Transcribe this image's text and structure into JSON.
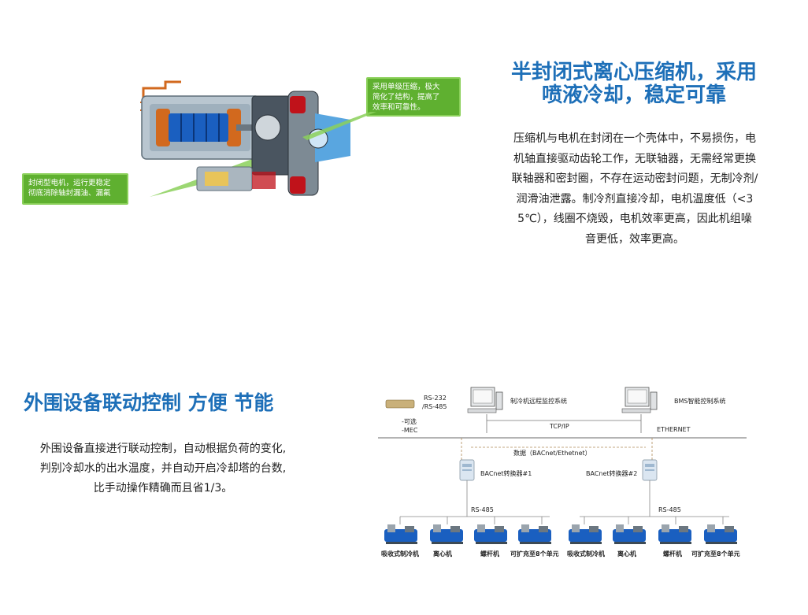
{
  "section1": {
    "title_line1": "半封闭式离心压缩机，采用",
    "title_line2": "喷液冷却，稳定可靠",
    "paragraph_lines": [
      "压缩机与电机在封闭在一个壳体中，不易损伤，电",
      "机轴直接驱动齿轮工作，无联轴器，无需经常更换",
      "联轴器和密封圈，不存在运动密封问题，无制冷剂/",
      "润滑油泄露。制冷剂直接冷却，电机温度低（<3",
      "5℃），线圈不烧毁，电机效率更高，因此机组噪",
      "音更低，效率更高。"
    ],
    "callout_top_lines": [
      "采用单级压缩，极大",
      "简化了结构，提高了",
      "效率和可靠性。"
    ],
    "callout_left_lines": [
      "封闭型电机，运行更稳定",
      "彻底消除轴封漏油、漏氟"
    ]
  },
  "section2": {
    "title": "外围设备联动控制 方便 节能",
    "paragraph_lines": [
      "外围设备直接进行联动控制，自动根据负荷的变化,",
      "判别冷却水的出水温度，并自动开启冷却塔的台数,",
      "比手动操作精确而且省1/3。"
    ]
  },
  "diagram": {
    "rs232": "RS-232",
    "rs485_top": "/RS-485",
    "optional": "-可选",
    "mec": "-MEC",
    "remote_monitor": "制冷机远程监控系统",
    "bms": "BMS智能控制系统",
    "tcpip": "TCP/IP",
    "ethernet": "ETHERNET",
    "data_bus": "数据（BACnet/Ethetnet）",
    "converter1": "BACnet转换器#1",
    "converter2": "BACnet转换器#2",
    "rs485_left": "RS-485",
    "rs485_right": "RS-485",
    "units_left": [
      "吸收式制冷机",
      "离心机",
      "螺杆机",
      "可扩充至8个单元"
    ],
    "units_right": [
      "吸收式制冷机",
      "离心机",
      "螺杆机",
      "可扩充至8个单元"
    ]
  },
  "colors": {
    "title_blue": "#1d6fb8",
    "callout_green": "#5fb030",
    "chiller_blue": "#1a5fc0"
  }
}
